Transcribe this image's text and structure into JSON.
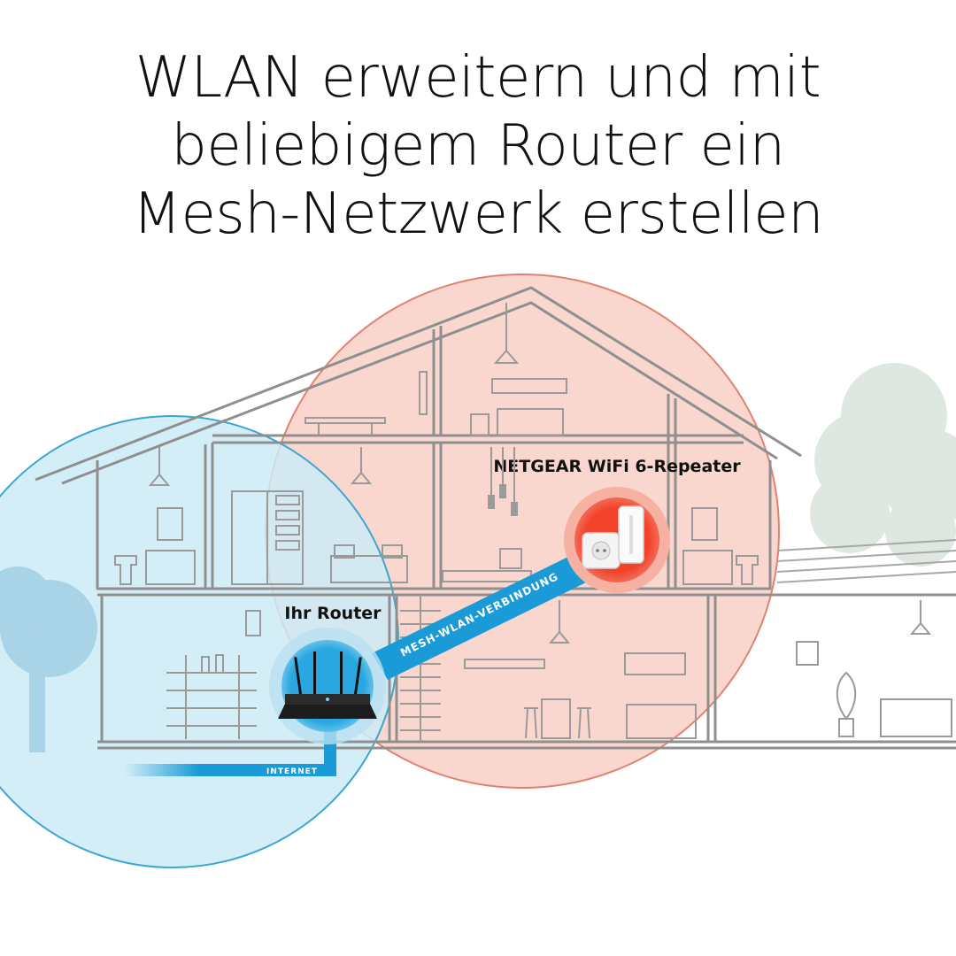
{
  "headline": {
    "line1": "WLAN erweitern und mit",
    "line2": "beliebigem Router ein",
    "line3": "Mesh-Netzwerk erstellen"
  },
  "labels": {
    "repeater": "NETGEAR WiFi 6-Repeater",
    "router": "Ihr Router",
    "mesh_link": "MESH-WLAN-VERBINDUNG",
    "internet": "INTERNET"
  },
  "colors": {
    "router_zone": "#cdebf6",
    "router_zone_edge": "#3aa6d2",
    "repeater_zone": "#f9d7cf",
    "repeater_zone_edge": "#e0826e",
    "mesh_band": "#1a9bd7",
    "repeater_glow": "#f2422a",
    "house_line": "#9a9a9a",
    "tree": "#dfe8e0"
  },
  "icons": {
    "router": "wifi-router-icon",
    "repeater": "wifi-repeater-icon"
  }
}
